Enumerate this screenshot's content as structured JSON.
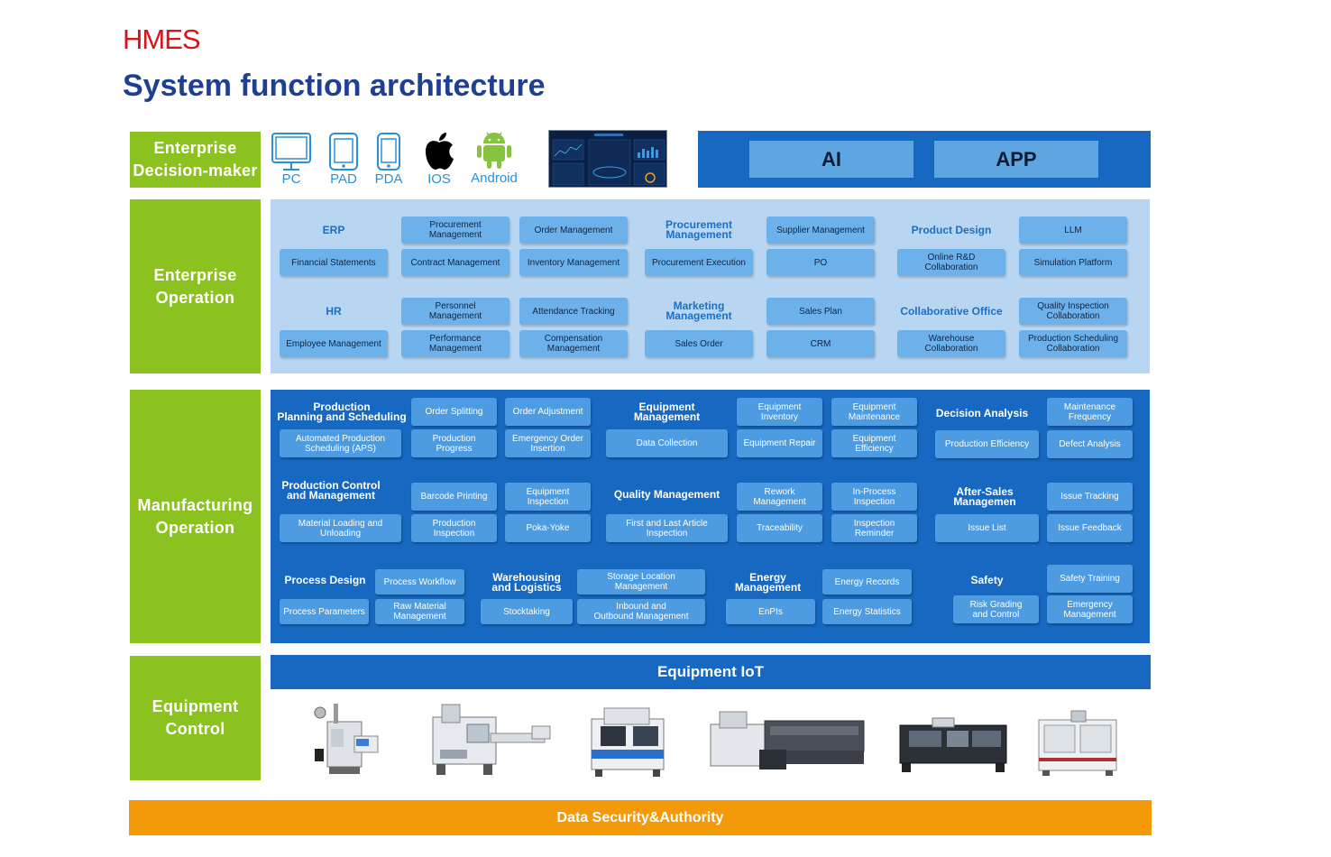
{
  "brand": "HMES",
  "title": "System function architecture",
  "layers": {
    "decision": "Enterprise\nDecision-maker",
    "operation": "Enterprise\nOperation",
    "manufacturing": "Manufacturing\nOperation",
    "equipment": "Equipment\nControl"
  },
  "devices": [
    "PC",
    "PAD",
    "PDA",
    "IOS",
    "Android"
  ],
  "top_buttons": {
    "ai": "AI",
    "app": "APP"
  },
  "operation": {
    "erp": {
      "header": "ERP",
      "items": [
        "Procurement\nManagement",
        "Order Management",
        "Financial Statements",
        "Contract Management",
        "Inventory Management"
      ]
    },
    "procurement": {
      "header": "Procurement\nManagement",
      "items": [
        "Supplier Management",
        "Procurement Execution",
        "PO"
      ]
    },
    "product_design": {
      "header": "Product Design",
      "items": [
        "LLM",
        "Online R&D\nCollaboration",
        "Simulation Platform"
      ]
    },
    "hr": {
      "header": "HR",
      "items": [
        "Personnel\nManagement",
        "Attendance Tracking",
        "Employee Management",
        "Performance\nManagement",
        "Compensation\nManagement"
      ]
    },
    "marketing": {
      "header": "Marketing\nManagement",
      "items": [
        "Sales Plan",
        "Sales Order",
        "CRM"
      ]
    },
    "office": {
      "header": "Collaborative Office",
      "items": [
        "Quality Inspection\nCollaboration",
        "Warehouse\nCollaboration",
        "Production Scheduling\nCollaboration"
      ]
    }
  },
  "manufacturing": {
    "planning": {
      "header": "Production\nPlanning and Scheduling",
      "items": [
        "Order Splitting",
        "Order Adjustment",
        "Automated Production\nScheduling (APS)",
        "Production\nProgress",
        "Emergency Order\nInsertion"
      ]
    },
    "equipment_mgmt": {
      "header": "Equipment\nManagement",
      "items": [
        "Equipment\nInventory",
        "Equipment\nMaintenance",
        "Data Collection",
        "Equipment Repair",
        "Equipment\nEfficiency"
      ]
    },
    "decision": {
      "header": "Decision Analysis",
      "items": [
        "Maintenance\nFrequency",
        "Production Efficiency",
        "Defect Analysis"
      ]
    },
    "control": {
      "header": "Production Control\nand Management",
      "items": [
        "Barcode Printing",
        "Equipment\nInspection",
        "Material Loading and\nUnloading",
        "Production\nInspection",
        "Poka-Yoke"
      ]
    },
    "quality": {
      "header": "Quality Management",
      "items": [
        "Rework\nManagement",
        "In-Process\nInspection",
        "First and Last Article\nInspection",
        "Traceability",
        "Inspection\nReminder"
      ]
    },
    "after_sales": {
      "header": "After-Sales\nManagemen",
      "items": [
        "Issue Tracking",
        "Issue List",
        "Issue Feedback"
      ]
    },
    "process": {
      "header": "Process Design",
      "items": [
        "Process Workflow",
        "Process Parameters",
        "Raw Material\nManagement"
      ]
    },
    "warehouse": {
      "header": "Warehousing\nand Logistics",
      "items": [
        "Storage Location\nManagement",
        "Stocktaking",
        "Inbound and\nOutbound Management"
      ]
    },
    "energy": {
      "header": "Energy\nManagement",
      "items": [
        "Energy Records",
        "EnPIs",
        "Energy Statistics"
      ]
    },
    "safety": {
      "header": "Safety",
      "items": [
        "Safety Training",
        "Risk Grading\nand Control",
        "Emergency\nManagement"
      ]
    }
  },
  "iot_label": "Equipment IoT",
  "security_label": "Data Security&Authority",
  "colors": {
    "green": "#8cc21f",
    "blue": "#1668c1",
    "light_blue": "#b8d6f1",
    "orange": "#f39a0b",
    "title_blue": "#1f3f93",
    "brand_red": "#d7141a"
  }
}
